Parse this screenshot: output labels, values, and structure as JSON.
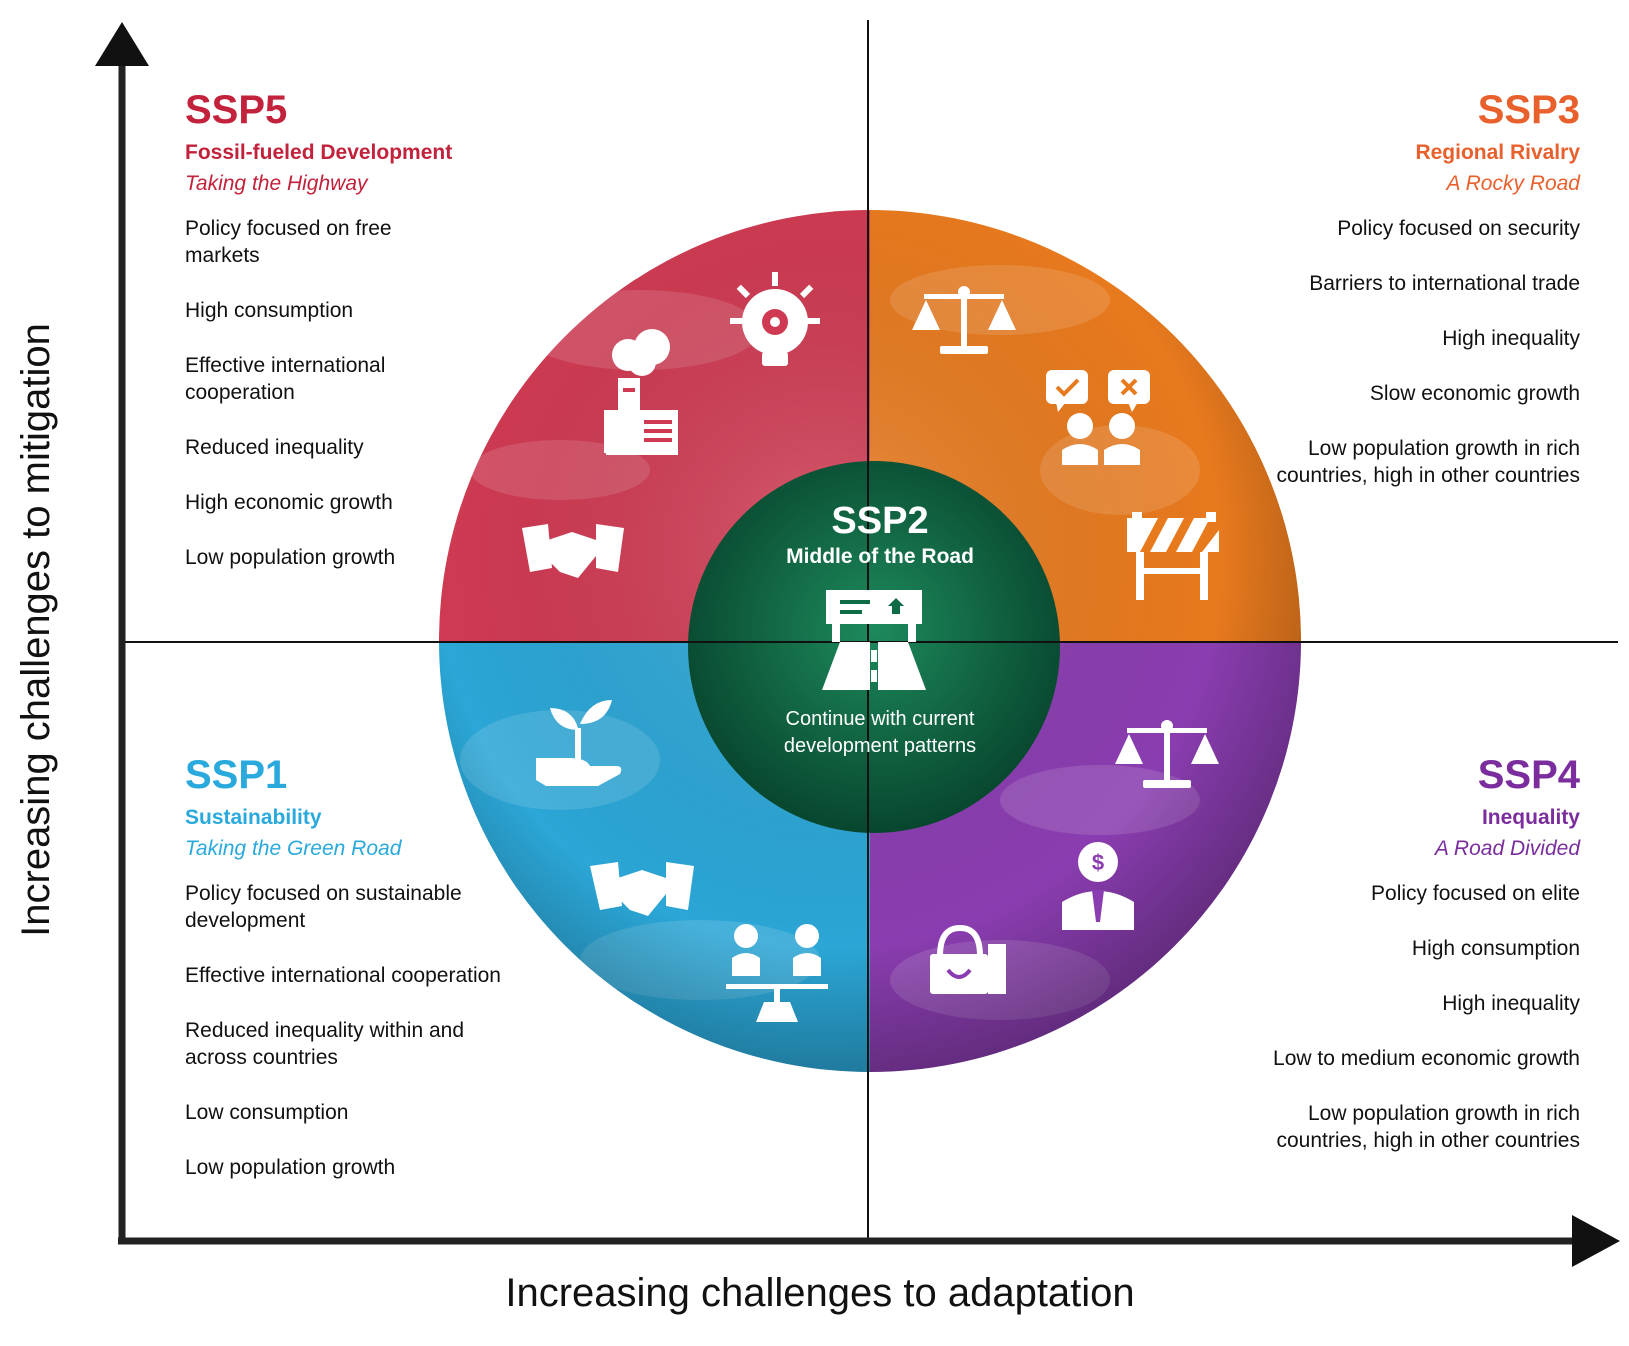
{
  "axes": {
    "x_label": "Increasing challenges to adaptation",
    "y_label": "Increasing challenges to mitigation"
  },
  "colors": {
    "ssp5": "#c2223b",
    "ssp3": "#e8602c",
    "ssp1": "#29a9dc",
    "ssp4": "#7b2d9e",
    "ssp2": "#0f6b45"
  },
  "ssp5": {
    "code": "SSP5",
    "name": "Fossil-fueled Development",
    "tagline": "Taking the Highway",
    "traits": [
      "Policy focused on free markets",
      "High consumption",
      "Effective international cooperation",
      "Reduced inequality",
      "High economic growth",
      "Low population growth"
    ],
    "icons": [
      "lightbulb-gear-icon",
      "factory-icon",
      "handshake-icon"
    ]
  },
  "ssp3": {
    "code": "SSP3",
    "name": "Regional Rivalry",
    "tagline": "A Rocky Road",
    "traits": [
      "Policy focused on security",
      "Barriers to international trade",
      "High inequality",
      "Slow economic growth",
      "Low population growth in rich countries, high in other countries"
    ],
    "icons": [
      "scales-icon",
      "people-disagree-icon",
      "road-barrier-icon"
    ]
  },
  "ssp1": {
    "code": "SSP1",
    "name": "Sustainability",
    "tagline": "Taking the Green Road",
    "traits": [
      "Policy focused on sustainable development",
      "Effective international cooperation",
      "Reduced inequality within and across countries",
      "Low consumption",
      "Low population growth"
    ],
    "icons": [
      "plant-in-hand-icon",
      "handshake-icon",
      "people-balance-icon"
    ]
  },
  "ssp4": {
    "code": "SSP4",
    "name": "Inequality",
    "tagline": "A Road Divided",
    "traits": [
      "Policy focused on elite",
      "High consumption",
      "High inequality",
      "Low to medium economic growth",
      "Low population growth in rich countries, high in other countries"
    ],
    "icons": [
      "scales-icon",
      "businessman-dollar-icon",
      "shopping-bag-icon"
    ]
  },
  "ssp2": {
    "code": "SSP2",
    "name": "Middle of the Road",
    "description": "Continue with current development patterns",
    "icons": [
      "road-sign-icon"
    ]
  }
}
